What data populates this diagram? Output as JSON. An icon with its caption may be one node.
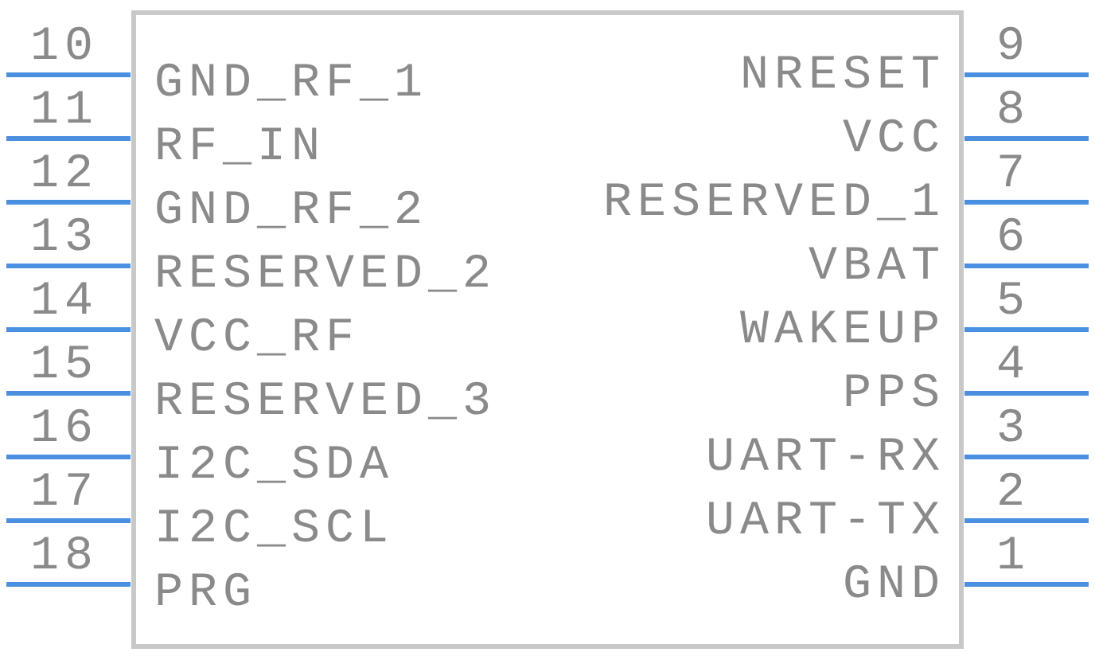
{
  "diagram": {
    "nodes": [
      {
        "text": [],
        "shape": "box"
      }
    ],
    "labels": [
      "10",
      "9",
      "GND_RF_1",
      "NRESET",
      "11",
      "8",
      "RF_IN",
      "VCC",
      "12",
      "7",
      "GND_RF_2",
      "RESERVED_1",
      "13",
      "6",
      "RESERVED_2",
      "VBAT",
      "14",
      "5",
      "VCC_RF",
      "WAKEUP",
      "15",
      "4",
      "RESERVED_3",
      "PPS",
      "16",
      "3",
      "I2C_SDA",
      "UART-RX",
      "17",
      "2",
      "I2C_SCL",
      "UART-TX",
      "18",
      "1",
      "PRG",
      "GND"
    ]
  }
}
